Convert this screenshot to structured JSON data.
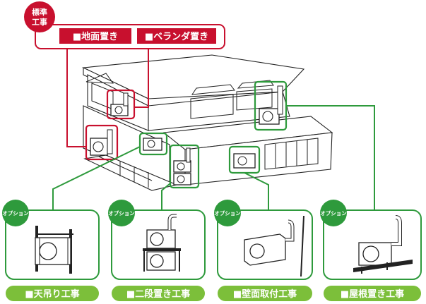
{
  "standard": {
    "badge_line1": "標準",
    "badge_line2": "工事",
    "options": [
      {
        "label": "■地面置き"
      },
      {
        "label": "■ベランダ置き"
      }
    ]
  },
  "optional": {
    "badge": "オプション",
    "cards": [
      {
        "label": "■天吊り工事"
      },
      {
        "label": "■二段置き工事"
      },
      {
        "label": "■壁面取付工事"
      },
      {
        "label": "■屋根置き工事"
      }
    ]
  },
  "colors": {
    "standard_red": "#c8102e",
    "option_green": "#2e9a3c",
    "label_green": "#7cbf3a"
  }
}
